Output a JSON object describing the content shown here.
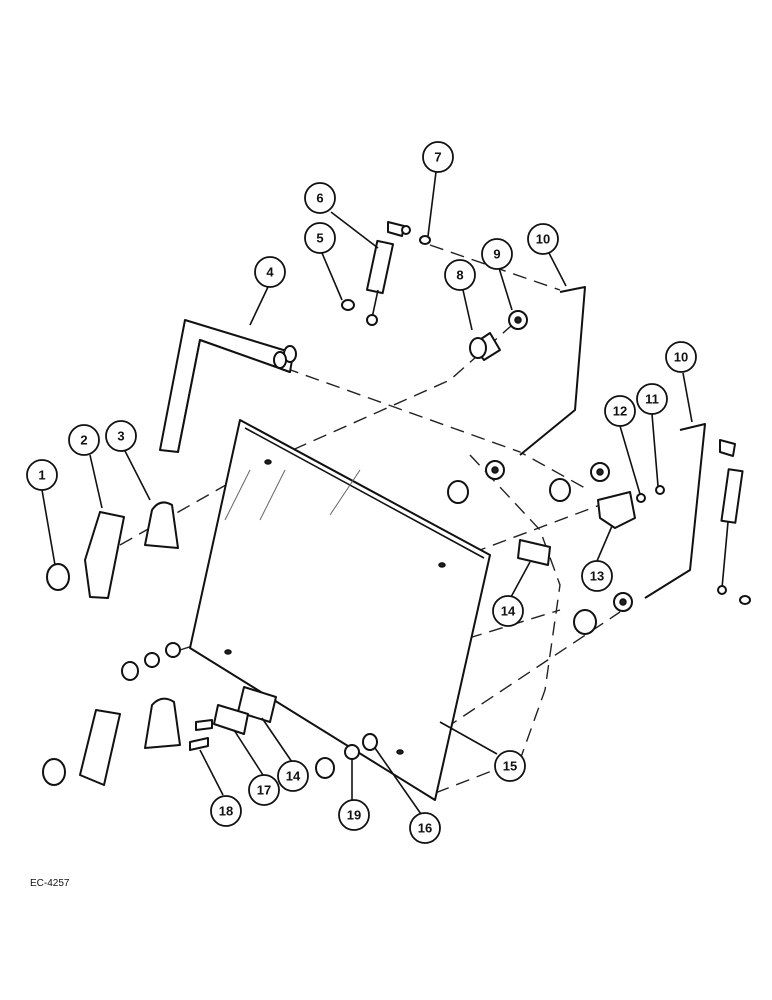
{
  "drawing_code": "EC-4257",
  "callouts": [
    "1",
    "2",
    "3",
    "4",
    "5",
    "6",
    "7",
    "8",
    "9",
    "10",
    "10",
    "11",
    "12",
    "13",
    "14",
    "14",
    "15",
    "16",
    "17",
    "18",
    "19"
  ]
}
